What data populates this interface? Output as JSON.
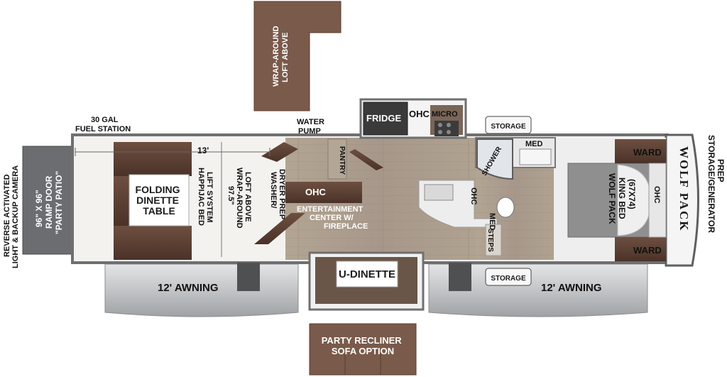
{
  "labels": {
    "fuel_station": [
      "30 GAL",
      "FUEL STATION"
    ],
    "water_pump": [
      "WATER",
      "PUMP"
    ],
    "fridge": "FRIDGE",
    "ohc": "OHC",
    "micro": "MICRO",
    "storage": "STORAGE",
    "shower": "SHOWER",
    "med": "MED",
    "ward": "WARD",
    "brand": "WOLF PACK",
    "king_bed": [
      "WOLF PACK",
      "KING BED",
      "(67X74)"
    ],
    "storage_generator": [
      "STORAGE/GENERATOR",
      "PREP"
    ],
    "camera": [
      "REVERSE ACTIVATED",
      "LIGHT & BACKUP CAMERA"
    ],
    "ramp_door": [
      "96\" X 96\"",
      "RAMP DOOR",
      "\"PARTY PATIO\""
    ],
    "folding_dinette": [
      "FOLDING",
      "DINETTE",
      "TABLE"
    ],
    "length_13": "13'",
    "width_97": "97.5\"",
    "happijac": [
      "HAPPIJAC BED",
      "LIFT SYSTEM"
    ],
    "wrap_loft": [
      "WRAP-AROUND",
      "LOFT ABOVE"
    ],
    "washer_dryer": [
      "WASHER/",
      "DRYER PREP"
    ],
    "pantry": "PANTRY",
    "entertainment": [
      "ENTERTAINMENT",
      "CENTER W/",
      "FIREPLACE"
    ],
    "steps": "STEPS",
    "u_dinette": "U-DINETTE",
    "awning": "12' AWNING",
    "recliner": [
      "PARTY RECLINER",
      "SOFA OPTION"
    ]
  },
  "colors": {
    "wall": "#7a7a7a",
    "floor": "#a89a88",
    "wood_dark": "#5b3f33",
    "awning": "#c8cacc",
    "ramp": "#6b6d70",
    "loft": "#7a5a4a",
    "fridge": "#3a3a3a"
  }
}
